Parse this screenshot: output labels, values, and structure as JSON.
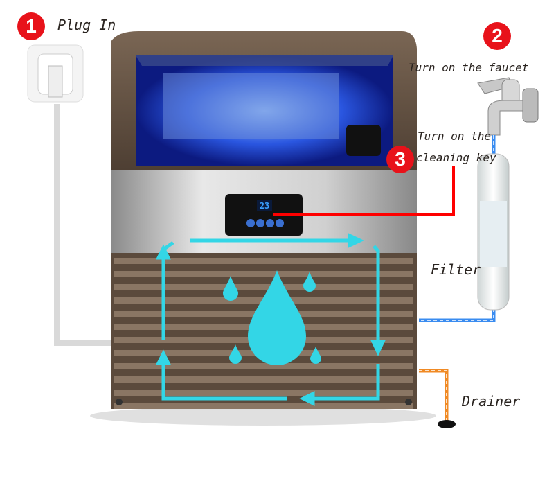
{
  "steps": [
    {
      "number": "1",
      "label": "Plug In"
    },
    {
      "number": "2",
      "label": "Turn on the faucet"
    },
    {
      "number": "3",
      "label": "Turn on the cleaning key",
      "label_line1": "Turn on the",
      "label_line2": "cleaning key"
    }
  ],
  "labels": {
    "filter": "Filter",
    "drainer": "Drainer"
  },
  "panel": {
    "display_value": "23"
  },
  "icons": [
    "plug-icon",
    "faucet-icon",
    "water-filter-icon",
    "water-drop-icon",
    "circulation-arrows-icon",
    "drain-icon"
  ],
  "colors": {
    "badge": "#e8121a",
    "flow_arrows": "#33d6e6",
    "water_hose": "#3a8cf0",
    "drain_hose": "#f08a24",
    "pointer_line": "#ff0000",
    "machine_body": "#6b5a4a"
  }
}
